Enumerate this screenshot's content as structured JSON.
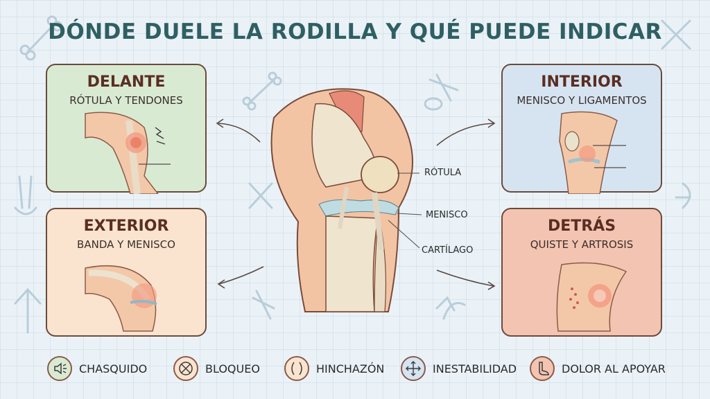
{
  "title": "DÓNDE DUELE LA RODILLA Y QUÉ PUEDE INDICAR",
  "cards": {
    "front": {
      "title": "DELANTE",
      "subtitle": "RÓTULA Y TENDONES"
    },
    "inner": {
      "title": "INTERIOR",
      "subtitle": "MENISCO Y LIGAMENTOS"
    },
    "outer": {
      "title": "EXTERIOR",
      "subtitle": "BANDA Y MENISCO"
    },
    "back": {
      "title": "DETRÁS",
      "subtitle": "QUISTE Y ARTROSIS"
    }
  },
  "center_labels": {
    "rotula": "RÓTULA",
    "menisco": "MENISCO",
    "cartilago": "CARTÍLAGO"
  },
  "legend": [
    {
      "label": "CHASQUIDO",
      "icon": "speaker-icon"
    },
    {
      "label": "BLOQUEO",
      "icon": "block-icon"
    },
    {
      "label": "HINCHAZÓN",
      "icon": "swelling-icon"
    },
    {
      "label": "INESTABILIDAD",
      "icon": "instability-arrows-icon"
    },
    {
      "label": "DOLOR AL APOYAR",
      "icon": "foot-icon"
    }
  ],
  "colors": {
    "title": "#2f5f63",
    "front_card": "#d9ead3",
    "inner_card": "#d6e4f2",
    "outer_card": "#fbe4cf",
    "back_card": "#f4c4b2",
    "border": "#6b4a3a"
  }
}
